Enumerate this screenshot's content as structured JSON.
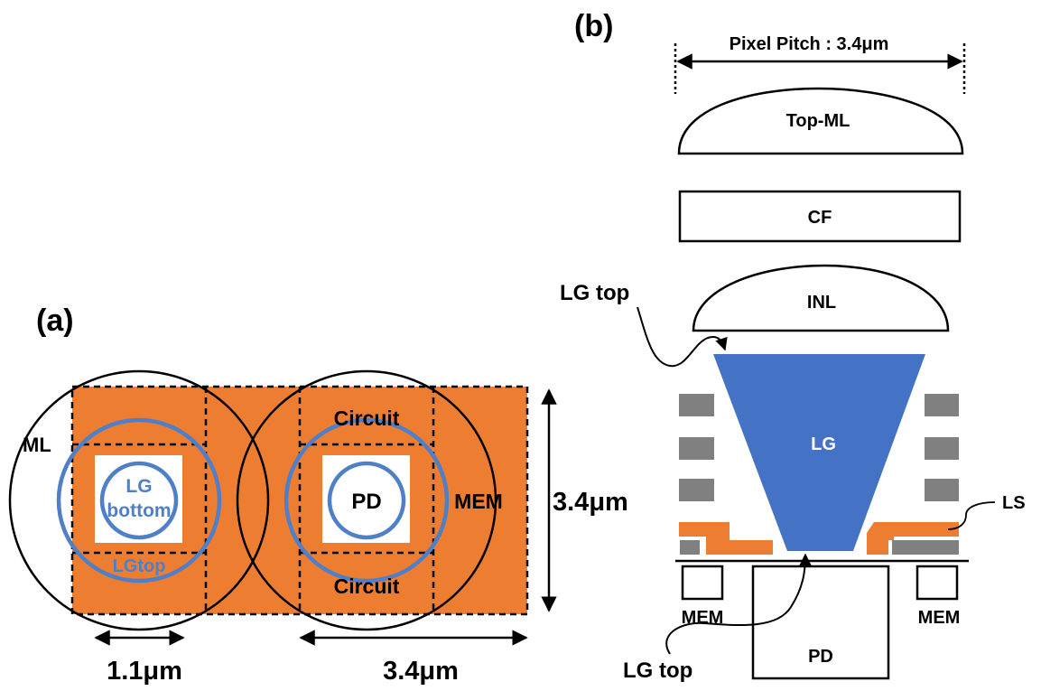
{
  "panel_a": {
    "label": "(a)",
    "ml": "ML",
    "lg_bottom_line1": "LG",
    "lg_bottom_line2": "bottom",
    "lg_top": "LGtop",
    "pd": "PD",
    "circuit_top": "Circuit",
    "circuit_bottom": "Circuit",
    "mem": "MEM",
    "dim_height": "3.4μm",
    "dim_small": "1.1μm",
    "dim_width": "3.4μm"
  },
  "panel_b": {
    "label": "(b)",
    "pitch": "Pixel Pitch : 3.4μm",
    "top_ml": "Top-ML",
    "cf": "CF",
    "inl": "INL",
    "lg": "LG",
    "lg_top_upper": "LG top",
    "lg_top_lower": "LG top",
    "ls": "LS",
    "mem_left": "MEM",
    "mem_right": "MEM",
    "pd": "PD"
  },
  "colors": {
    "orange": "#ED7D31",
    "blue": "#4472C4",
    "light_blue": "#4F7FC6",
    "gray": "#808080",
    "black": "#000000"
  }
}
